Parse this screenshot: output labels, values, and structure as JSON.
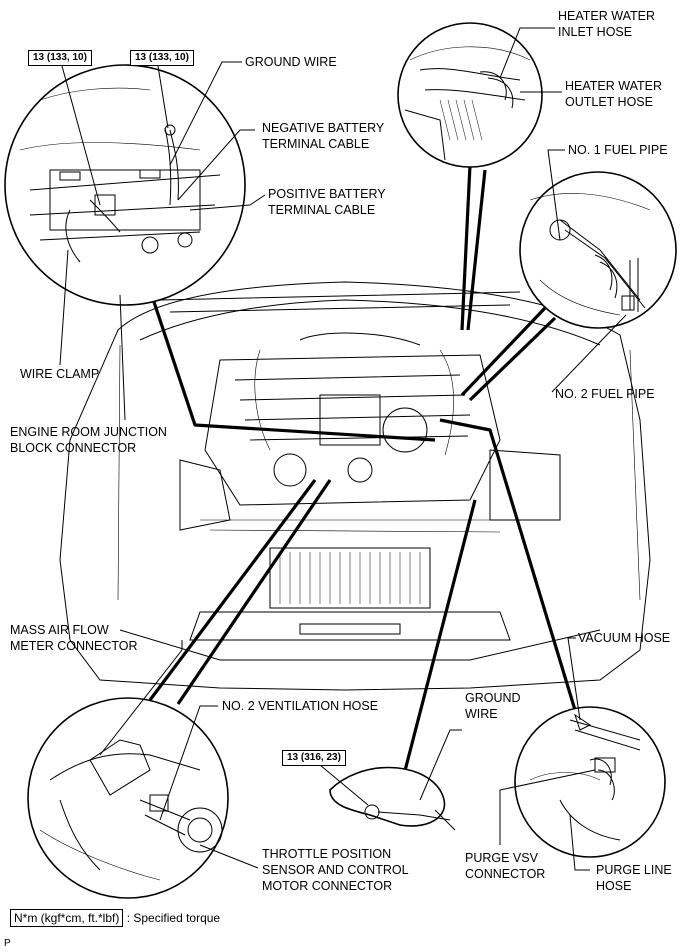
{
  "labels": {
    "heater_inlet": [
      "HEATER WATER",
      "INLET HOSE"
    ],
    "heater_outlet": [
      "HEATER WATER",
      "OUTLET HOSE"
    ],
    "no1_fuel_pipe": "NO. 1 FUEL PIPE",
    "no2_fuel_pipe": "NO. 2 FUEL PIPE",
    "ground_wire_top": "GROUND WIRE",
    "neg_battery": [
      "NEGATIVE BATTERY",
      "TERMINAL CABLE"
    ],
    "pos_battery": [
      "POSITIVE BATTERY",
      "TERMINAL CABLE"
    ],
    "wire_clamp": "WIRE CLAMP",
    "engine_room_jb": [
      "ENGINE ROOM JUNCTION",
      "BLOCK CONNECTOR"
    ],
    "mass_air_flow": [
      "MASS AIR FLOW",
      "METER CONNECTOR"
    ],
    "no2_ventilation": "NO. 2 VENTILATION HOSE",
    "ground_wire_bottom": [
      "GROUND",
      "WIRE"
    ],
    "vacuum_hose": "VACUUM HOSE",
    "throttle_sensor": [
      "THROTTLE POSITION",
      "SENSOR AND CONTROL",
      "MOTOR CONNECTOR"
    ],
    "purge_vsv": [
      "PURGE VSV",
      "CONNECTOR"
    ],
    "purge_line": [
      "PURGE LINE",
      "HOSE"
    ]
  },
  "torque": {
    "top_left_1": "13 (133, 10)",
    "top_left_2": "13 (133, 10)",
    "bottom": "13 (316, 23)"
  },
  "legend": {
    "unit_box": "N*m (kgf*cm, ft.*lbf)",
    "text": ": Specified torque"
  },
  "corner_mark": "P"
}
